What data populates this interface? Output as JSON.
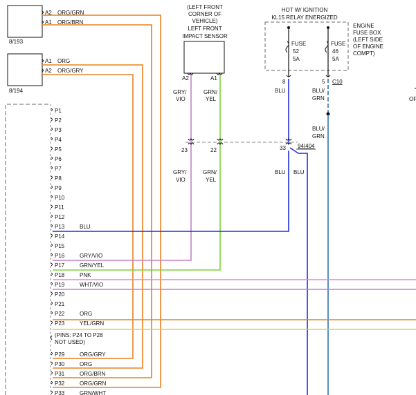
{
  "connectors": {
    "c193": {
      "id": "8/193",
      "pins": [
        {
          "pin": "A2",
          "wire": "ORG/GRN"
        },
        {
          "pin": "A1",
          "wire": "ORG/BRN"
        }
      ]
    },
    "c194": {
      "id": "8/194",
      "pins": [
        {
          "pin": "A1",
          "wire": "ORG"
        },
        {
          "pin": "A2",
          "wire": "ORG/GRY"
        }
      ]
    }
  },
  "sensor": {
    "title_lines": [
      "(LEFT FRONT",
      "CORNER OF",
      "VEHICLE)",
      "LEFT FRONT",
      "IMPACT SENSOR"
    ],
    "pin_a2": "A2",
    "pin_a1": "A1",
    "wire_left_1": "GRY/",
    "wire_left_2": "VIO",
    "wire_right_1": "GRN/",
    "wire_right_2": "YEL"
  },
  "power": {
    "hot_line_1": "HOT W/ IGNITION",
    "hot_line_2": "KL15 RELAY ENERGIZED",
    "fusebox_lines": [
      "ENGINE",
      "FUSE BOX",
      "(LEFT SIDE",
      "OF ENGINE",
      "COMPT)"
    ],
    "fuse1": {
      "label": "FUSE",
      "number": "52",
      "amps": "5A",
      "pin": "8",
      "wire": "BLU"
    },
    "fuse2": {
      "label": "FUSE",
      "number": "46",
      "amps": "5A",
      "pin": "5",
      "connector": "C10",
      "wire_1": "BLU/",
      "wire_2": "GRN"
    }
  },
  "junction": {
    "pin23": "23",
    "pin22": "22",
    "pin33": "33",
    "ref": "94/404",
    "lower_left_1": "GRY/",
    "lower_left_2": "VIO",
    "lower_right_1": "GRN/",
    "lower_right_2": "YEL",
    "blu_a": "BLU",
    "blu_b": "BLU",
    "blugrn_1": "BLU/",
    "blugrn_2": "GRN"
  },
  "edge_labels": {
    "partial_left": "OF"
  },
  "module_pins": [
    {
      "pin": "P1",
      "wire": ""
    },
    {
      "pin": "P2",
      "wire": ""
    },
    {
      "pin": "P3",
      "wire": ""
    },
    {
      "pin": "P4",
      "wire": ""
    },
    {
      "pin": "P5",
      "wire": ""
    },
    {
      "pin": "P6",
      "wire": ""
    },
    {
      "pin": "P7",
      "wire": ""
    },
    {
      "pin": "P8",
      "wire": ""
    },
    {
      "pin": "P9",
      "wire": ""
    },
    {
      "pin": "P10",
      "wire": ""
    },
    {
      "pin": "P11",
      "wire": ""
    },
    {
      "pin": "P12",
      "wire": ""
    },
    {
      "pin": "P13",
      "wire": "BLU"
    },
    {
      "pin": "P14",
      "wire": ""
    },
    {
      "pin": "P15",
      "wire": ""
    },
    {
      "pin": "P16",
      "wire": "GRY/VIO"
    },
    {
      "pin": "P17",
      "wire": "GRN/YEL"
    },
    {
      "pin": "P18",
      "wire": "PNK"
    },
    {
      "pin": "P19",
      "wire": "WHT/VIO"
    },
    {
      "pin": "P20",
      "wire": ""
    },
    {
      "pin": "P21",
      "wire": ""
    },
    {
      "pin": "P22",
      "wire": "ORG"
    },
    {
      "pin": "P23",
      "wire": "YEL/GRN"
    }
  ],
  "not_used_line_1": "(PINS: P24 TO P28",
  "not_used_line_2": "NOT USED)",
  "module_pins_lower": [
    {
      "pin": "P29",
      "wire": "ORG/GRY"
    },
    {
      "pin": "P30",
      "wire": "ORG"
    },
    {
      "pin": "P31",
      "wire": "ORG/BRN"
    },
    {
      "pin": "P32",
      "wire": "ORG/GRN"
    },
    {
      "pin": "P33",
      "wire": "GRN/WHT"
    }
  ],
  "colors": {
    "org": "#e8821e",
    "blu": "#1f2fd8",
    "gry_vio": "#c680c8",
    "grn_yel": "#7fd23c",
    "pnk": "#ee82d2",
    "yel_grn": "#c9d84a",
    "blu_grn": "#2f6fb0",
    "frame": "#666666"
  }
}
